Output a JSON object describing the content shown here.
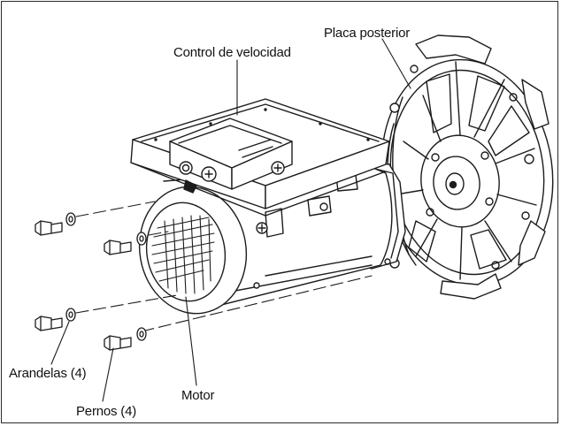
{
  "labels": {
    "speed_control": "Control de velocidad",
    "rear_plate": "Placa posterior",
    "washers": "Arandelas (4)",
    "bolts": "Pernos (4)",
    "motor": "Motor"
  }
}
